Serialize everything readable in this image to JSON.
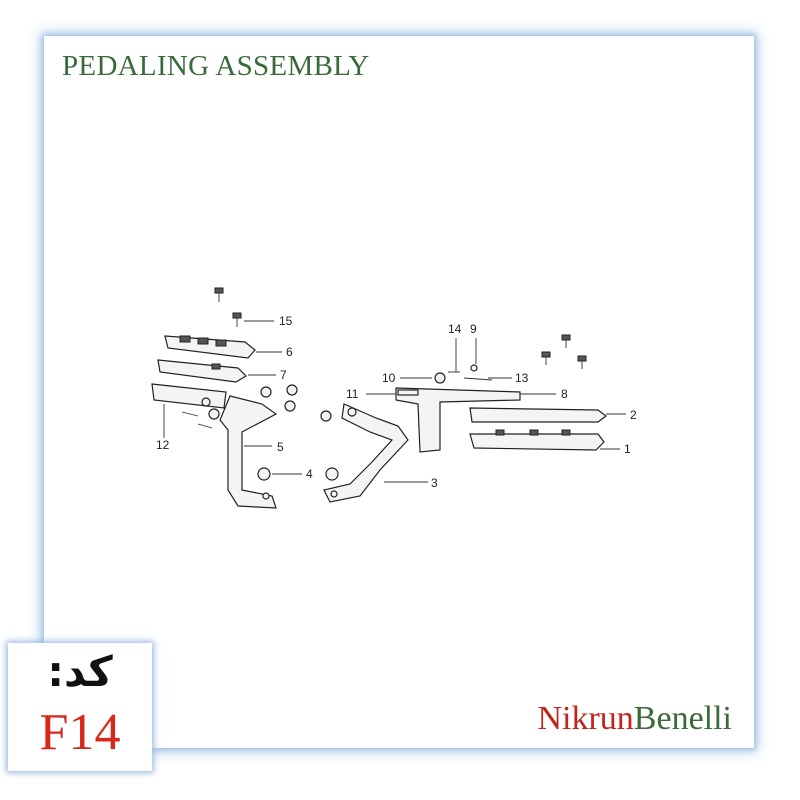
{
  "title": "PEDALING ASSEMBLY",
  "brand": {
    "part1": "Nikrun",
    "part2": "Benelli"
  },
  "code": {
    "label": "کد:",
    "value": "F14"
  },
  "callouts": [
    "1",
    "2",
    "3",
    "4",
    "5",
    "6",
    "7",
    "8",
    "9",
    "10",
    "11",
    "12",
    "13",
    "14",
    "15"
  ],
  "colors": {
    "title": "#3a6a3a",
    "brand_red": "#c0261e",
    "brand_green": "#3a6a3a",
    "code_value": "#d8261a",
    "frame_glow": "#9dbde3"
  }
}
